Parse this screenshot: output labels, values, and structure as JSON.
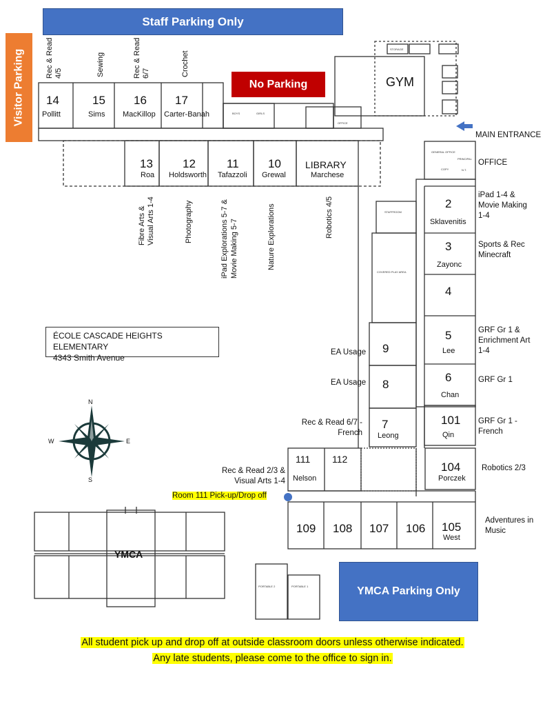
{
  "banners": {
    "staff_parking": "Staff Parking Only",
    "visitor_parking": "Visitor Parking",
    "no_parking": "No Parking",
    "ymca_parking": "YMCA Parking Only"
  },
  "school": {
    "name": "ÉCOLE CASCADE HEIGHTS ELEMENTARY",
    "address": "4343 Smith Avenue"
  },
  "main_entrance": "MAIN ENTRANCE",
  "office": "OFFICE",
  "gym": "GYM",
  "library": "LIBRARY",
  "ymca": "YMCA",
  "top_rooms": [
    {
      "num": "14",
      "teacher": "Pollitt",
      "activity": "Rec & Read 4/5"
    },
    {
      "num": "15",
      "teacher": "Sims",
      "activity": "Sewing"
    },
    {
      "num": "16",
      "teacher": "MacKillop",
      "activity": "Rec & Read 6/7"
    },
    {
      "num": "17",
      "teacher": "Carter-Banah",
      "activity": "Crochet"
    }
  ],
  "middle_rooms": [
    {
      "num": "13",
      "teacher": "Roa",
      "activity": "Fibre Arts & Visual Arts 1-4"
    },
    {
      "num": "12",
      "teacher": "Holdsworth",
      "activity": "Photography"
    },
    {
      "num": "11",
      "teacher": "Tafazzoli",
      "activity": "iPad Explorations 5-7 & Movie Making 5-7"
    },
    {
      "num": "10",
      "teacher": "Grewal",
      "activity": "Nature Explorations"
    },
    {
      "num": "",
      "teacher": "Marchese",
      "activity": "Robotics 4/5"
    }
  ],
  "right_rooms": [
    {
      "num": "2",
      "teacher": "Sklavenitis",
      "activity": "iPad 1-4 & Movie Making 1-4"
    },
    {
      "num": "3",
      "teacher": "Zayonc",
      "activity": "Sports & Rec Minecraft"
    },
    {
      "num": "4",
      "teacher": "",
      "activity": ""
    },
    {
      "num": "5",
      "teacher": "Lee",
      "activity": "GRF Gr 1 & Enrichment Art 1-4"
    },
    {
      "num": "6",
      "teacher": "Chan",
      "activity": "GRF Gr 1"
    },
    {
      "num": "101",
      "teacher": "Qin",
      "activity": "GRF Gr 1 - French"
    },
    {
      "num": "104",
      "teacher": "Porczek",
      "activity": "Robotics 2/3"
    }
  ],
  "inner_rooms": [
    {
      "num": "9",
      "teacher": "",
      "activity": "EA Usage"
    },
    {
      "num": "8",
      "teacher": "",
      "activity": "EA Usage"
    },
    {
      "num": "7",
      "teacher": "Leong",
      "activity": "Rec & Read 6/7 - French"
    }
  ],
  "south_rooms": [
    {
      "num": "111",
      "teacher": "Nelson",
      "activity": "Rec & Read 2/3 & Visual Arts 1-4"
    },
    {
      "num": "112",
      "teacher": "",
      "activity": ""
    }
  ],
  "bottom_rooms": [
    {
      "num": "109",
      "teacher": ""
    },
    {
      "num": "108",
      "teacher": ""
    },
    {
      "num": "107",
      "teacher": ""
    },
    {
      "num": "106",
      "teacher": ""
    },
    {
      "num": "105",
      "teacher": "West",
      "activity": "Adventures in Music"
    }
  ],
  "pickup": "Room 111 Pick-up/Drop off",
  "compass": {
    "n": "N",
    "s": "S",
    "e": "E",
    "w": "W"
  },
  "small_labels": {
    "staffroom": "STAFFROOM",
    "covered_play": "COVERED PLAY AREA",
    "storage": "STORAGE",
    "boys": "BOYS",
    "girls": "GIRLS",
    "office_small": "OFFICE",
    "general_office": "GENERAL OFFICE",
    "principal": "PRINCIPAL",
    "copy": "COPY",
    "nt": "N.T.",
    "portable_1": "PORTABLE 1",
    "portable_2": "PORTABLE 2"
  },
  "footer": {
    "line1": "All student pick up and drop off at outside classroom doors unless otherwise indicated.",
    "line2": "Any late students, please come to the office to sign in."
  },
  "colors": {
    "blue": "#4472c4",
    "red": "#c00000",
    "orange": "#ed7d31",
    "highlight": "#ffff00",
    "pickup_dot": "#4472c4"
  }
}
